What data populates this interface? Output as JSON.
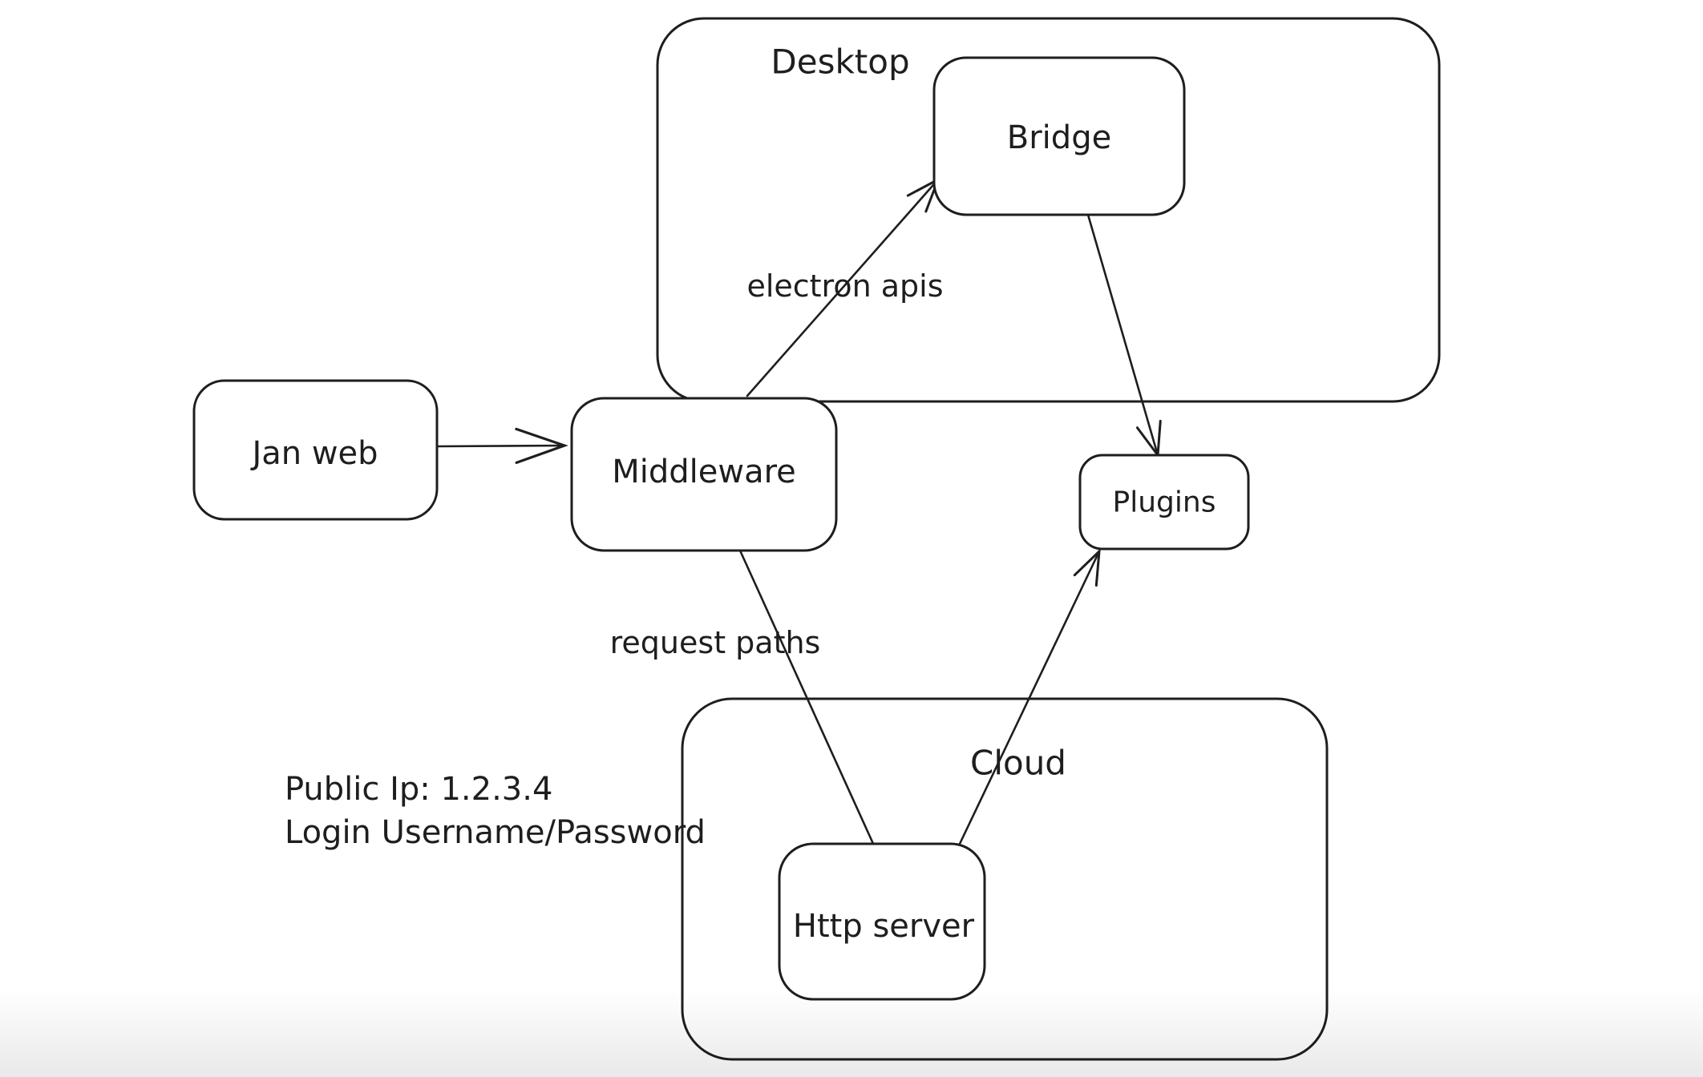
{
  "app": {
    "type": "whiteboard-diagram"
  },
  "colors": {
    "ink": "#1e1e1e",
    "background": "#ffffff"
  },
  "diagram": {
    "containers": [
      {
        "id": "desktop",
        "label": "Desktop"
      },
      {
        "id": "cloud",
        "label": "Cloud"
      }
    ],
    "nodes": [
      {
        "id": "jan-web",
        "label": "Jan web"
      },
      {
        "id": "middleware",
        "label": "Middleware"
      },
      {
        "id": "bridge",
        "label": "Bridge"
      },
      {
        "id": "plugins",
        "label": "Plugins"
      },
      {
        "id": "http-server",
        "label": "Http server"
      }
    ],
    "edges": [
      {
        "from": "jan-web",
        "to": "middleware",
        "label": "",
        "arrowhead": true
      },
      {
        "from": "middleware",
        "to": "bridge",
        "label": "electron apis",
        "arrowhead": true
      },
      {
        "from": "bridge",
        "to": "plugins",
        "label": "",
        "arrowhead": true
      },
      {
        "from": "http-server",
        "to": "plugins",
        "label": "",
        "arrowhead": true
      },
      {
        "from": "middleware",
        "to": "http-server",
        "label": "request paths",
        "arrowhead": false
      }
    ],
    "annotations": [
      {
        "id": "public-ip",
        "text": "Public Ip: 1.2.3.4"
      },
      {
        "id": "login",
        "text": "Login Username/Password"
      }
    ]
  }
}
